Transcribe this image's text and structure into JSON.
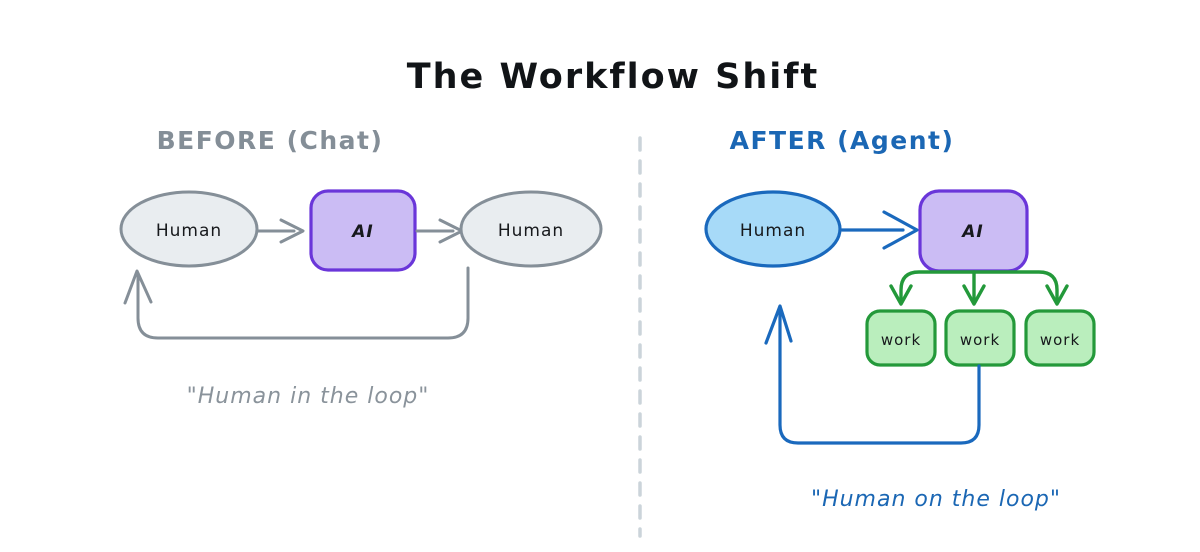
{
  "title": "The Workflow Shift",
  "colors": {
    "title_text": "#111417",
    "gray_stroke": "#858f98",
    "gray_fill": "#e9edf0",
    "gray_text": "#8a939b",
    "purple_stroke": "#6a36d9",
    "purple_fill": "#cbbcf4",
    "blue_stroke": "#1a69bd",
    "blue_fill": "#a7daf8",
    "blue_text": "#1b67b4",
    "green_stroke": "#23993a",
    "green_fill": "#baeebd",
    "divider": "#cbd4da",
    "background": "#ffffff"
  },
  "before": {
    "heading": "BEFORE (Chat)",
    "human_left_label": "Human",
    "ai_label": "AI",
    "human_right_label": "Human",
    "caption": "\"Human in the loop\""
  },
  "after": {
    "heading": "AFTER (Agent)",
    "human_label": "Human",
    "ai_label": "AI",
    "work_items": [
      "work",
      "work",
      "work"
    ],
    "caption": "\"Human on the loop\""
  }
}
